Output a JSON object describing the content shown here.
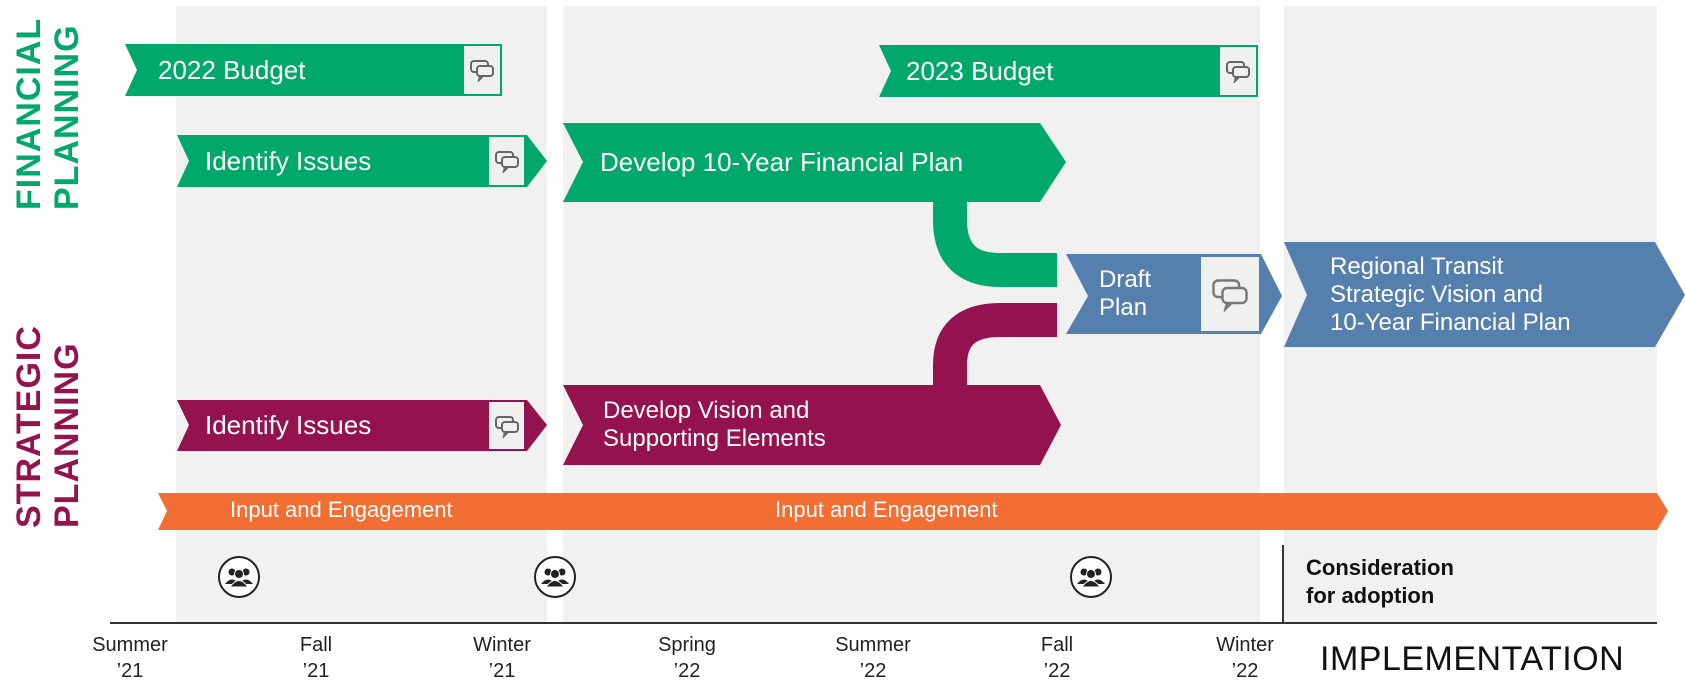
{
  "colors": {
    "financial": "#00a86b",
    "strategic": "#94124e",
    "draft": "#5580ad",
    "engagement": "#f26e33",
    "band": "#f1f1f1"
  },
  "side_labels": {
    "financial": [
      "FINANCIAL",
      "PLANNING"
    ],
    "strategic": [
      "STRATEGIC",
      "PLANNING"
    ]
  },
  "tasks": {
    "budget_2022": "2022 Budget",
    "budget_2023": "2023 Budget",
    "fin_identify": "Identify Issues",
    "fin_develop": "Develop 10-Year Financial Plan",
    "str_identify": "Identify Issues",
    "str_develop": [
      "Develop Vision and",
      "Supporting Elements"
    ],
    "draft_plan": [
      "Draft",
      "Plan"
    ],
    "regional_plan": [
      "Regional Transit",
      "Strategic Vision and",
      "10-Year Financial Plan"
    ]
  },
  "engagement": {
    "label_1": "Input and Engagement",
    "label_2": "Input and Engagement"
  },
  "consideration": [
    "Consideration",
    "for adoption"
  ],
  "axis": {
    "ticks": [
      [
        "Summer",
        "’21"
      ],
      [
        "Fall",
        "’21"
      ],
      [
        "Winter",
        "’21"
      ],
      [
        "Spring",
        "’22"
      ],
      [
        "Summer",
        "’22"
      ],
      [
        "Fall",
        "’22"
      ],
      [
        "Winter",
        "’22"
      ]
    ],
    "implementation": "IMPLEMENTATION"
  },
  "icons": {
    "chat": "chat-bubbles-icon",
    "people": "people-group-icon"
  }
}
